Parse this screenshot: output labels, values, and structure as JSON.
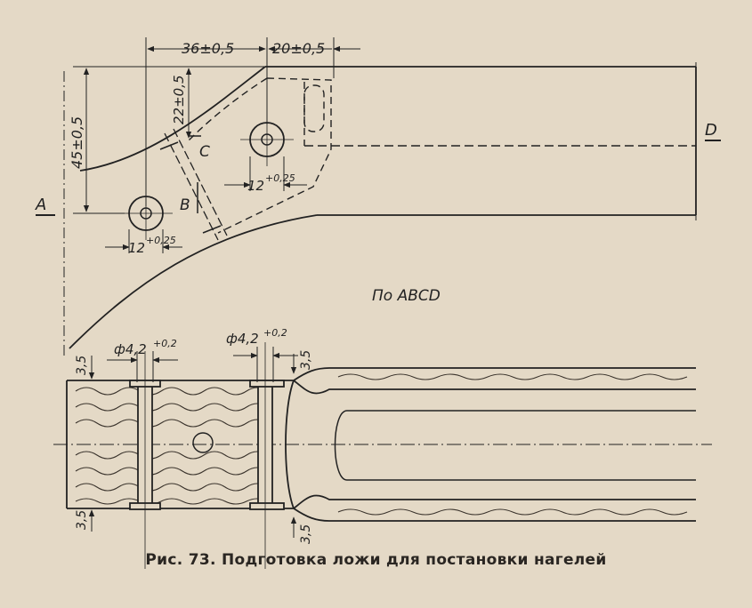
{
  "figure": {
    "caption": "Рис. 73. Подготовка ложи для постановки нагелей",
    "section_note": "По ABCD"
  },
  "labels": {
    "point_a": "A",
    "point_b": "B",
    "point_c": "C",
    "point_d": "D"
  },
  "dimensions": {
    "d_36": "36±0,5",
    "d_20": "20±0,5",
    "d_45": "45±0,5",
    "d_22": "22±0,5",
    "hole_1": "12",
    "hole_1_tol": "+0,25",
    "hole_2": "12",
    "hole_2_tol": "+0,25",
    "pin_1": "ф4,2",
    "pin_1_tol": "+0,2",
    "pin_2": "ф4,2",
    "pin_2_tol": "+0,2",
    "t_top_left": "3,5",
    "t_top_right": "3,5",
    "t_bot_left": "3,5",
    "t_bot_right": "3,5"
  },
  "colors": {
    "paper": "#e4d9c6",
    "ink": "#222222"
  }
}
